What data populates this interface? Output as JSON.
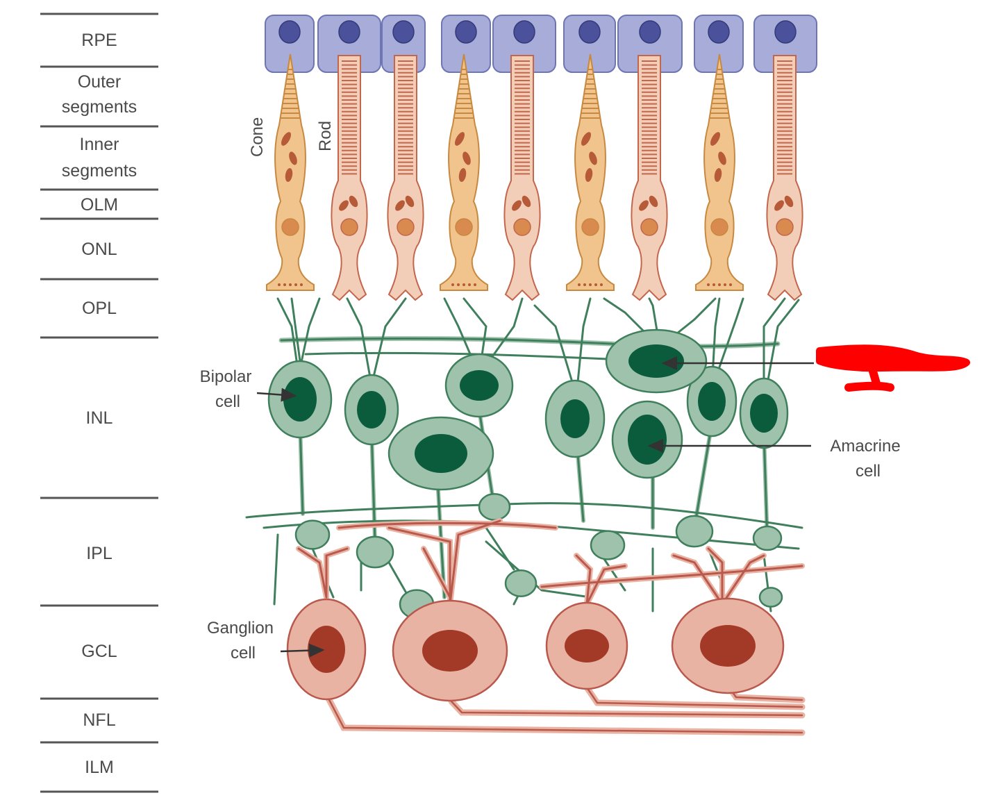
{
  "layers": [
    {
      "lines": [
        "RPE"
      ]
    },
    {
      "lines": [
        "Outer",
        "segments"
      ]
    },
    {
      "lines": [
        "Inner",
        "segments"
      ]
    },
    {
      "lines": [
        "OLM"
      ]
    },
    {
      "lines": [
        "ONL"
      ]
    },
    {
      "lines": [
        "OPL"
      ]
    },
    {
      "lines": [
        "INL"
      ]
    },
    {
      "lines": [
        "IPL"
      ]
    },
    {
      "lines": [
        "GCL"
      ]
    },
    {
      "lines": [
        "NFL"
      ]
    },
    {
      "lines": [
        "ILM"
      ]
    }
  ],
  "labels": {
    "cone": "Cone",
    "rod": "Rod",
    "bipolar": [
      "Bipolar",
      "cell"
    ],
    "amacrine": [
      "Amacrine",
      "cell"
    ],
    "ganglion": [
      "Ganglion",
      "cell"
    ]
  },
  "colors": {
    "rpe_fill": "#a7acd8",
    "rpe_stroke": "#6e75b5",
    "rpe_nucleus": "#4b519a",
    "cone_fill": "#f0c48c",
    "cone_stroke": "#c78840",
    "rod_fill": "#f2cdb8",
    "rod_stroke": "#c2664c",
    "organelle": "#b65a38",
    "nucleus_orange": "#d98a4e",
    "green_fill": "#9fc2ad",
    "green_stroke": "#3f7f5c",
    "green_nucleus": "#0b5c3c",
    "ganglion_fill": "#e9b3a3",
    "ganglion_stroke": "#b9584c",
    "ganglion_nucleus": "#a33a28",
    "scribble": "#ff0000"
  }
}
